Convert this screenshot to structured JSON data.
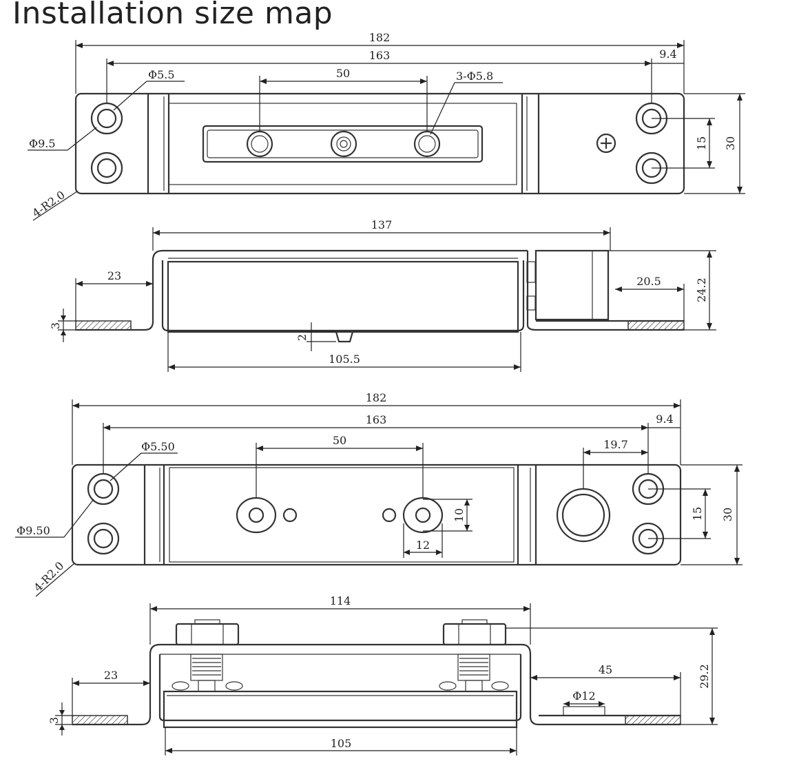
{
  "title": "Installation size map",
  "view1": {
    "overall_width": "182",
    "hole_spacing": "163",
    "edge_offset": "9.4",
    "hole_dia": "Φ5.5",
    "mid_spacing": "50",
    "mid_holes": "3-Φ5.8",
    "countersink_dia": "Φ9.5",
    "corner_radius": "4-R2.0",
    "vertical_spacing": "15",
    "height": "30"
  },
  "view2": {
    "body_length": "137",
    "flange_length": "23",
    "right_flange": "20.5",
    "height": "24.2",
    "plate_thickness": "3",
    "tab_height": "2",
    "base_length": "105.5"
  },
  "view3": {
    "overall_width": "182",
    "hole_spacing": "163",
    "edge_offset": "9.4",
    "hole_dia": "Φ5.50",
    "mid_spacing": "50",
    "countersink_dia": "Φ9.50",
    "corner_radius": "4-R2.0",
    "button_offset": "19.7",
    "slot_height": "10",
    "slot_width": "12",
    "vertical_spacing": "15",
    "height": "30"
  },
  "view4": {
    "body_length": "114",
    "flange_length": "23",
    "right_flange": "45",
    "button_dia": "Φ12",
    "height": "29.2",
    "plate_thickness": "3",
    "base_length": "105"
  }
}
